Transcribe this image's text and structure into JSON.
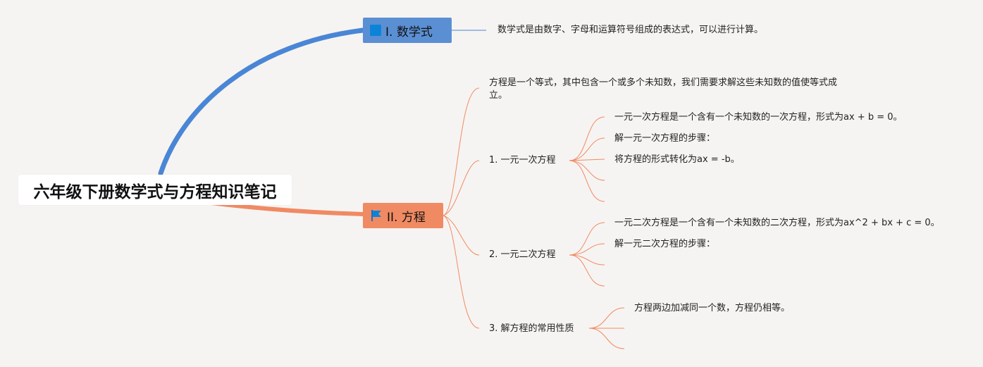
{
  "root": {
    "title": "六年级下册数学式与方程知识笔记"
  },
  "topics": {
    "t1": {
      "label": "I. 数学式",
      "icon": "square-icon",
      "note": "数学式是由数字、字母和运算符号组成的表达式，可以进行计算。"
    },
    "t2": {
      "label": "II. 方程",
      "icon": "flag-icon",
      "intro": "方程是一个等式，其中包含一个或多个未知数，我们需要求解这些未知数的值使等式成立。",
      "subs": [
        {
          "label": "1. 一元一次方程",
          "items": [
            "一元一次方程是一个含有一个未知数的一次方程，形式为ax + b = 0。",
            "解一元一次方程的步骤：",
            "将方程的形式转化为ax = -b。"
          ]
        },
        {
          "label": "2. 一元二次方程",
          "items": [
            "一元二次方程是一个含有一个未知数的二次方程，形式为ax^2 + bx + c = 0。",
            "解一元二次方程的步骤："
          ]
        },
        {
          "label": "3. 解方程的常用性质",
          "items": [
            "方程两边加减同一个数，方程仍相等。"
          ]
        }
      ]
    }
  },
  "colors": {
    "blue": "#4a86d6",
    "orange": "#f08a63",
    "icon_blue": "#0b84d8",
    "background": "#f6f4f2"
  }
}
